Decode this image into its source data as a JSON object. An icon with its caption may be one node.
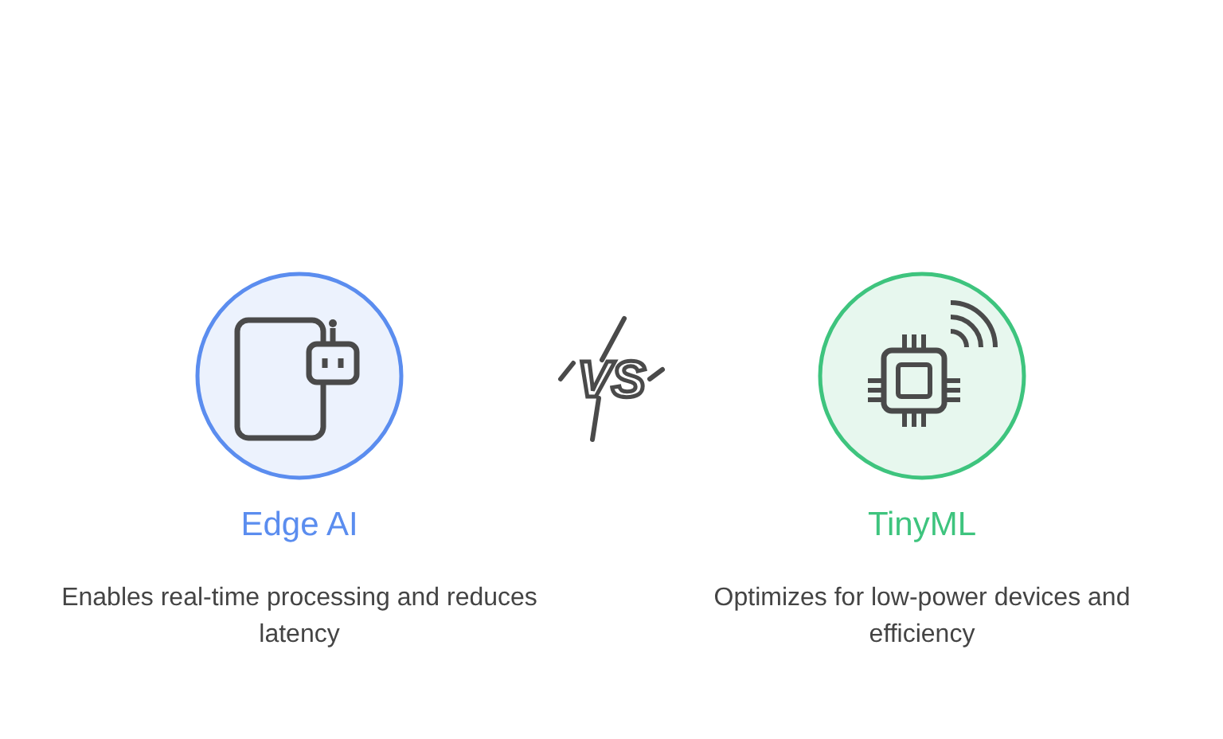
{
  "diagram": {
    "nodes": [
      {
        "text": [
          "Edge AI",
          "Enables real-time processing and reduces latency"
        ]
      },
      {
        "text": [
          "TinyML",
          "Optimizes for low-power devices and efficiency"
        ]
      }
    ],
    "labels": [
      "VS"
    ]
  }
}
